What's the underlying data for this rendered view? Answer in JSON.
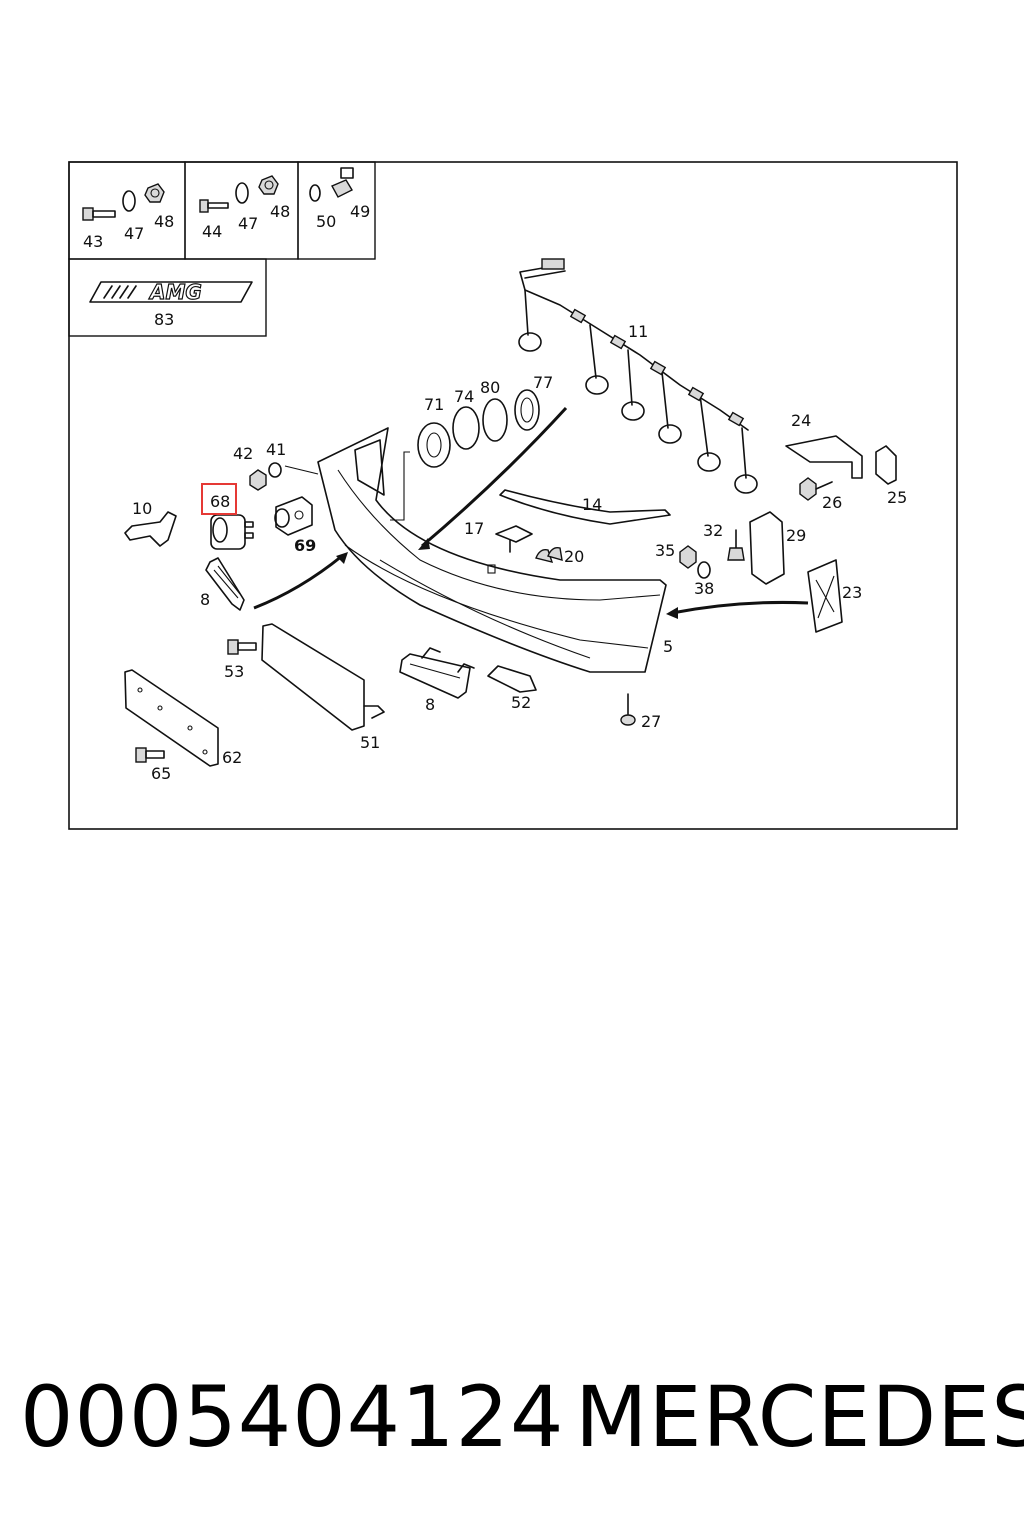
{
  "labels": {
    "n43": "43",
    "n47a": "47",
    "n48a": "48",
    "n44": "44",
    "n47b": "47",
    "n48b": "48",
    "n50": "50",
    "n49": "49",
    "n83": "83",
    "amg": "AMG",
    "n11": "11",
    "n71": "71",
    "n74": "74",
    "n80": "80",
    "n77": "77",
    "n42": "42",
    "n41": "41",
    "n10": "10",
    "n68": "68",
    "n69": "69",
    "n24": "24",
    "n26": "26",
    "n25": "25",
    "n14": "14",
    "n17": "17",
    "n20": "20",
    "n32": "32",
    "n29": "29",
    "n35": "35",
    "n38": "38",
    "n23": "23",
    "n8a": "8",
    "n5": "5",
    "n53": "53",
    "n8b": "8",
    "n52": "52",
    "n27": "27",
    "n51": "51",
    "n62": "62",
    "n65": "65"
  },
  "highlight_color": "#e53935",
  "footer": {
    "part_number": "0005404124",
    "brand": "MERCEDES"
  }
}
